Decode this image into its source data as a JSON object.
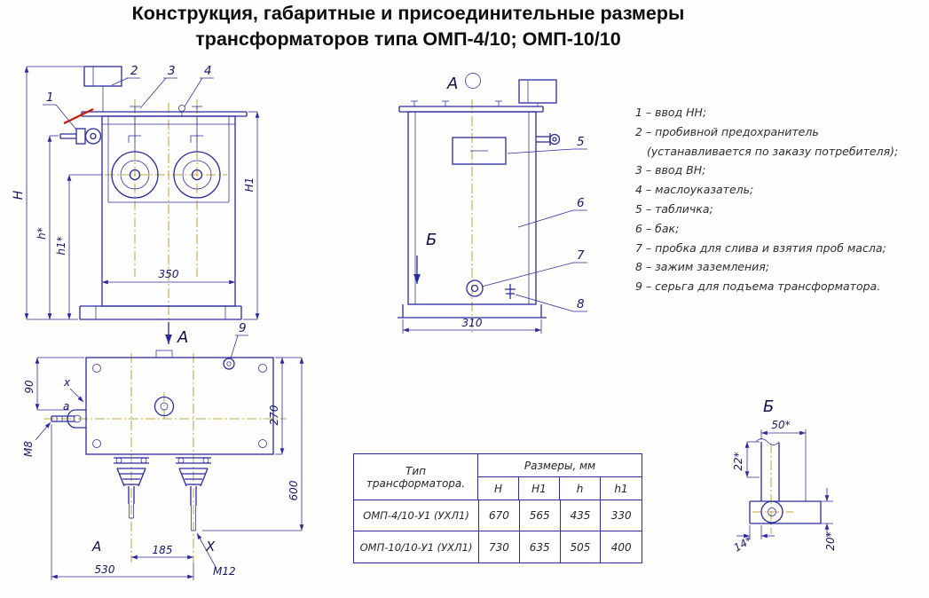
{
  "colors": {
    "line": "#2b2b9e",
    "centerline": "#b58900",
    "accent_red": "#cc1606",
    "dim_text": "#16166b"
  },
  "title": {
    "line1": "Конструкция, габаритные и присоединительные размеры",
    "line2": "трансформаторов типа ОМП-4/10; ОМП-10/10"
  },
  "front_view": {
    "callout_1": "1",
    "callout_2": "2",
    "callout_3": "3",
    "callout_4": "4",
    "dim_H": "Н",
    "dim_h": "h*",
    "dim_h1": "h1*",
    "dim_H1": "Н1",
    "dim_350": "350",
    "section_label": "А"
  },
  "side_view": {
    "view_label": "А",
    "callout_5": "5",
    "callout_6": "6",
    "callout_7": "7",
    "callout_8": "8",
    "detail_label": "Б",
    "dim_310": "310"
  },
  "top_view": {
    "callout_9": "9",
    "dim_90": "90",
    "dim_270": "270",
    "dim_600": "600",
    "dim_185": "185",
    "dim_530": "530",
    "thread_M8": "М8",
    "thread_M12": "М12",
    "label_x": "x",
    "label_a": "a",
    "label_A": "А",
    "label_X": "X"
  },
  "detail_view": {
    "label": "Б",
    "dim_50": "50*",
    "dim_22": "22*",
    "dim_14": "14*",
    "dim_20": "20*"
  },
  "legend": {
    "items": [
      "1 – ввод НН;",
      "2 – пробивной предохранитель",
      "(устанавливается по заказу потребителя);",
      "3 – ввод ВН;",
      "4 – маслоуказатель;",
      "5 – табличка;",
      "6 – бак;",
      "7 – пробка для слива и взятия проб масла;",
      "8 – зажим заземления;",
      "9 – серьга для подъема трансформатора."
    ]
  },
  "table": {
    "type_header_line1": "Тип",
    "type_header_line2": "трансформатора.",
    "sizes_header": "Размеры, мм",
    "columns": [
      "Н",
      "Н1",
      "h",
      "h1"
    ],
    "rows": [
      {
        "name": "ОМП-4/10-У1 (УХЛ1)",
        "H": "670",
        "H1": "565",
        "h": "435",
        "h1": "330"
      },
      {
        "name": "ОМП-10/10-У1 (УХЛ1)",
        "H": "730",
        "H1": "635",
        "h": "505",
        "h1": "400"
      }
    ]
  }
}
